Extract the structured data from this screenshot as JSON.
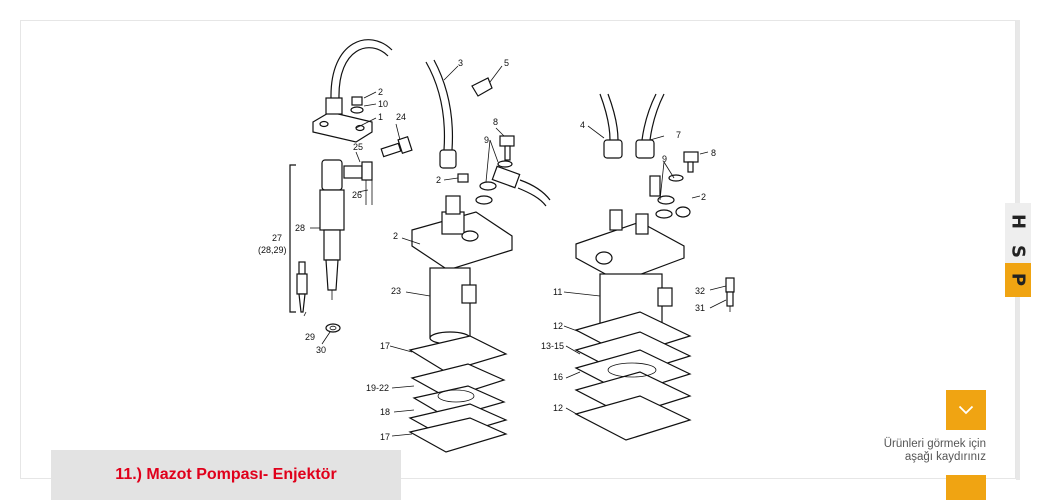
{
  "caption": "11.) Mazot Pompası- Enjektör",
  "scroll_hint": {
    "line1": "Ürünleri görmek için",
    "line2": "aşağı kaydırınız"
  },
  "side_tab": {
    "letters": [
      "H",
      "S",
      "P"
    ]
  },
  "colors": {
    "accent": "#f0a412",
    "caption_text": "#e0001b",
    "caption_bg": "#e3e3e3"
  },
  "icons": {
    "scroll_button": "chevron-down-icon"
  },
  "diagram_labels": {
    "l1": "1",
    "l2a": "2",
    "l2b": "2",
    "l2c": "2",
    "l2d": "2",
    "l3": "3",
    "l4": "4",
    "l5": "5",
    "l7": "7",
    "l8a": "8",
    "l8b": "8",
    "l9a": "9",
    "l9b": "9",
    "l10": "10",
    "l11": "11",
    "l12a": "12",
    "l12b": "12",
    "l1315": "13-15",
    "l16": "16",
    "l17a": "17",
    "l17b": "17",
    "l18": "18",
    "l1922": "19-22",
    "l23": "23",
    "l24": "24",
    "l25": "25",
    "l26": "26",
    "l27": "27",
    "l2829": "(28,29)",
    "l28": "28",
    "l29": "29",
    "l30": "30",
    "l31": "31",
    "l32": "32"
  }
}
